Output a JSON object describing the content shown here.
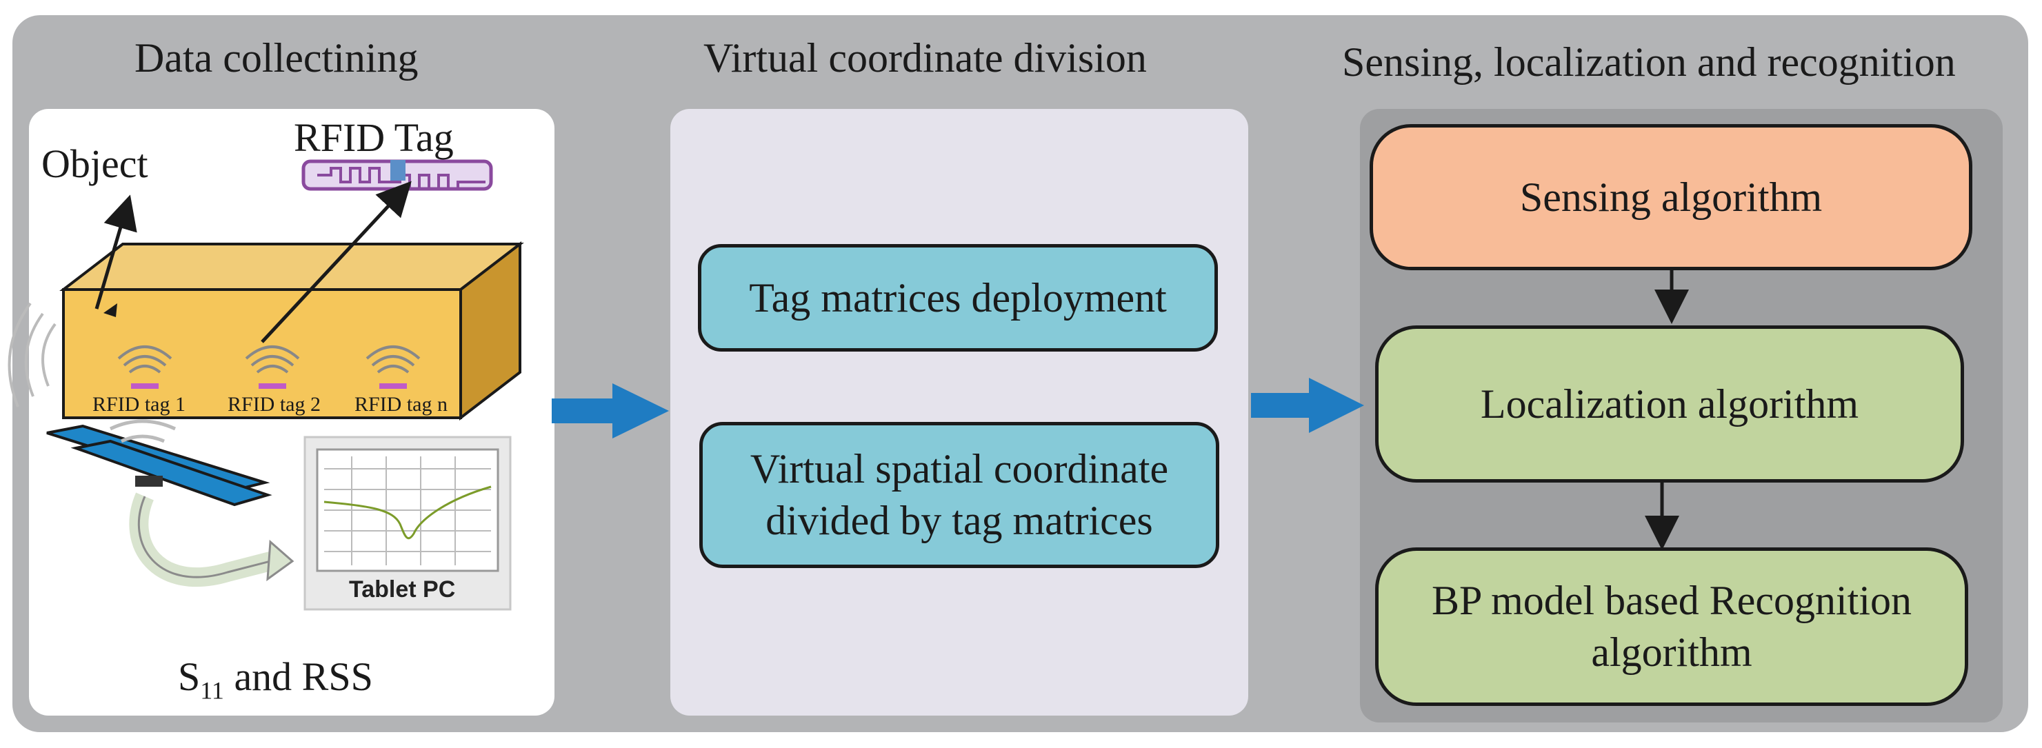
{
  "sections": {
    "collect_title": "Data collectining",
    "virtual_title": "Virtual coordinate division",
    "sensing_title": "Sensing, localization and recognition"
  },
  "collect": {
    "object_label": "Object",
    "tag_label": "RFID Tag",
    "tag1": "RFID tag 1",
    "tag2": "RFID tag 2",
    "tagn": "RFID tag n",
    "tablet_label": "Tablet PC",
    "signal_S": "S",
    "signal_sub": "11",
    "signal_rest": " and RSS"
  },
  "virtual": {
    "box1": "Tag matrices deployment",
    "box2_line1": "Virtual spatial coordinate",
    "box2_line2": "divided by tag matrices"
  },
  "sensing": {
    "box1": "Sensing algorithm",
    "box2": "Localization algorithm",
    "box3_line1": "BP model based Recognition",
    "box3_line2": "algorithm"
  },
  "colors": {
    "frame": "#b3b4b6",
    "blue_box": "#86cad8",
    "orange_box": "#f8bc98",
    "green_box": "#c1d49e",
    "flow_arrow": "#1f7cc2",
    "box_body": "#f5c65a"
  }
}
